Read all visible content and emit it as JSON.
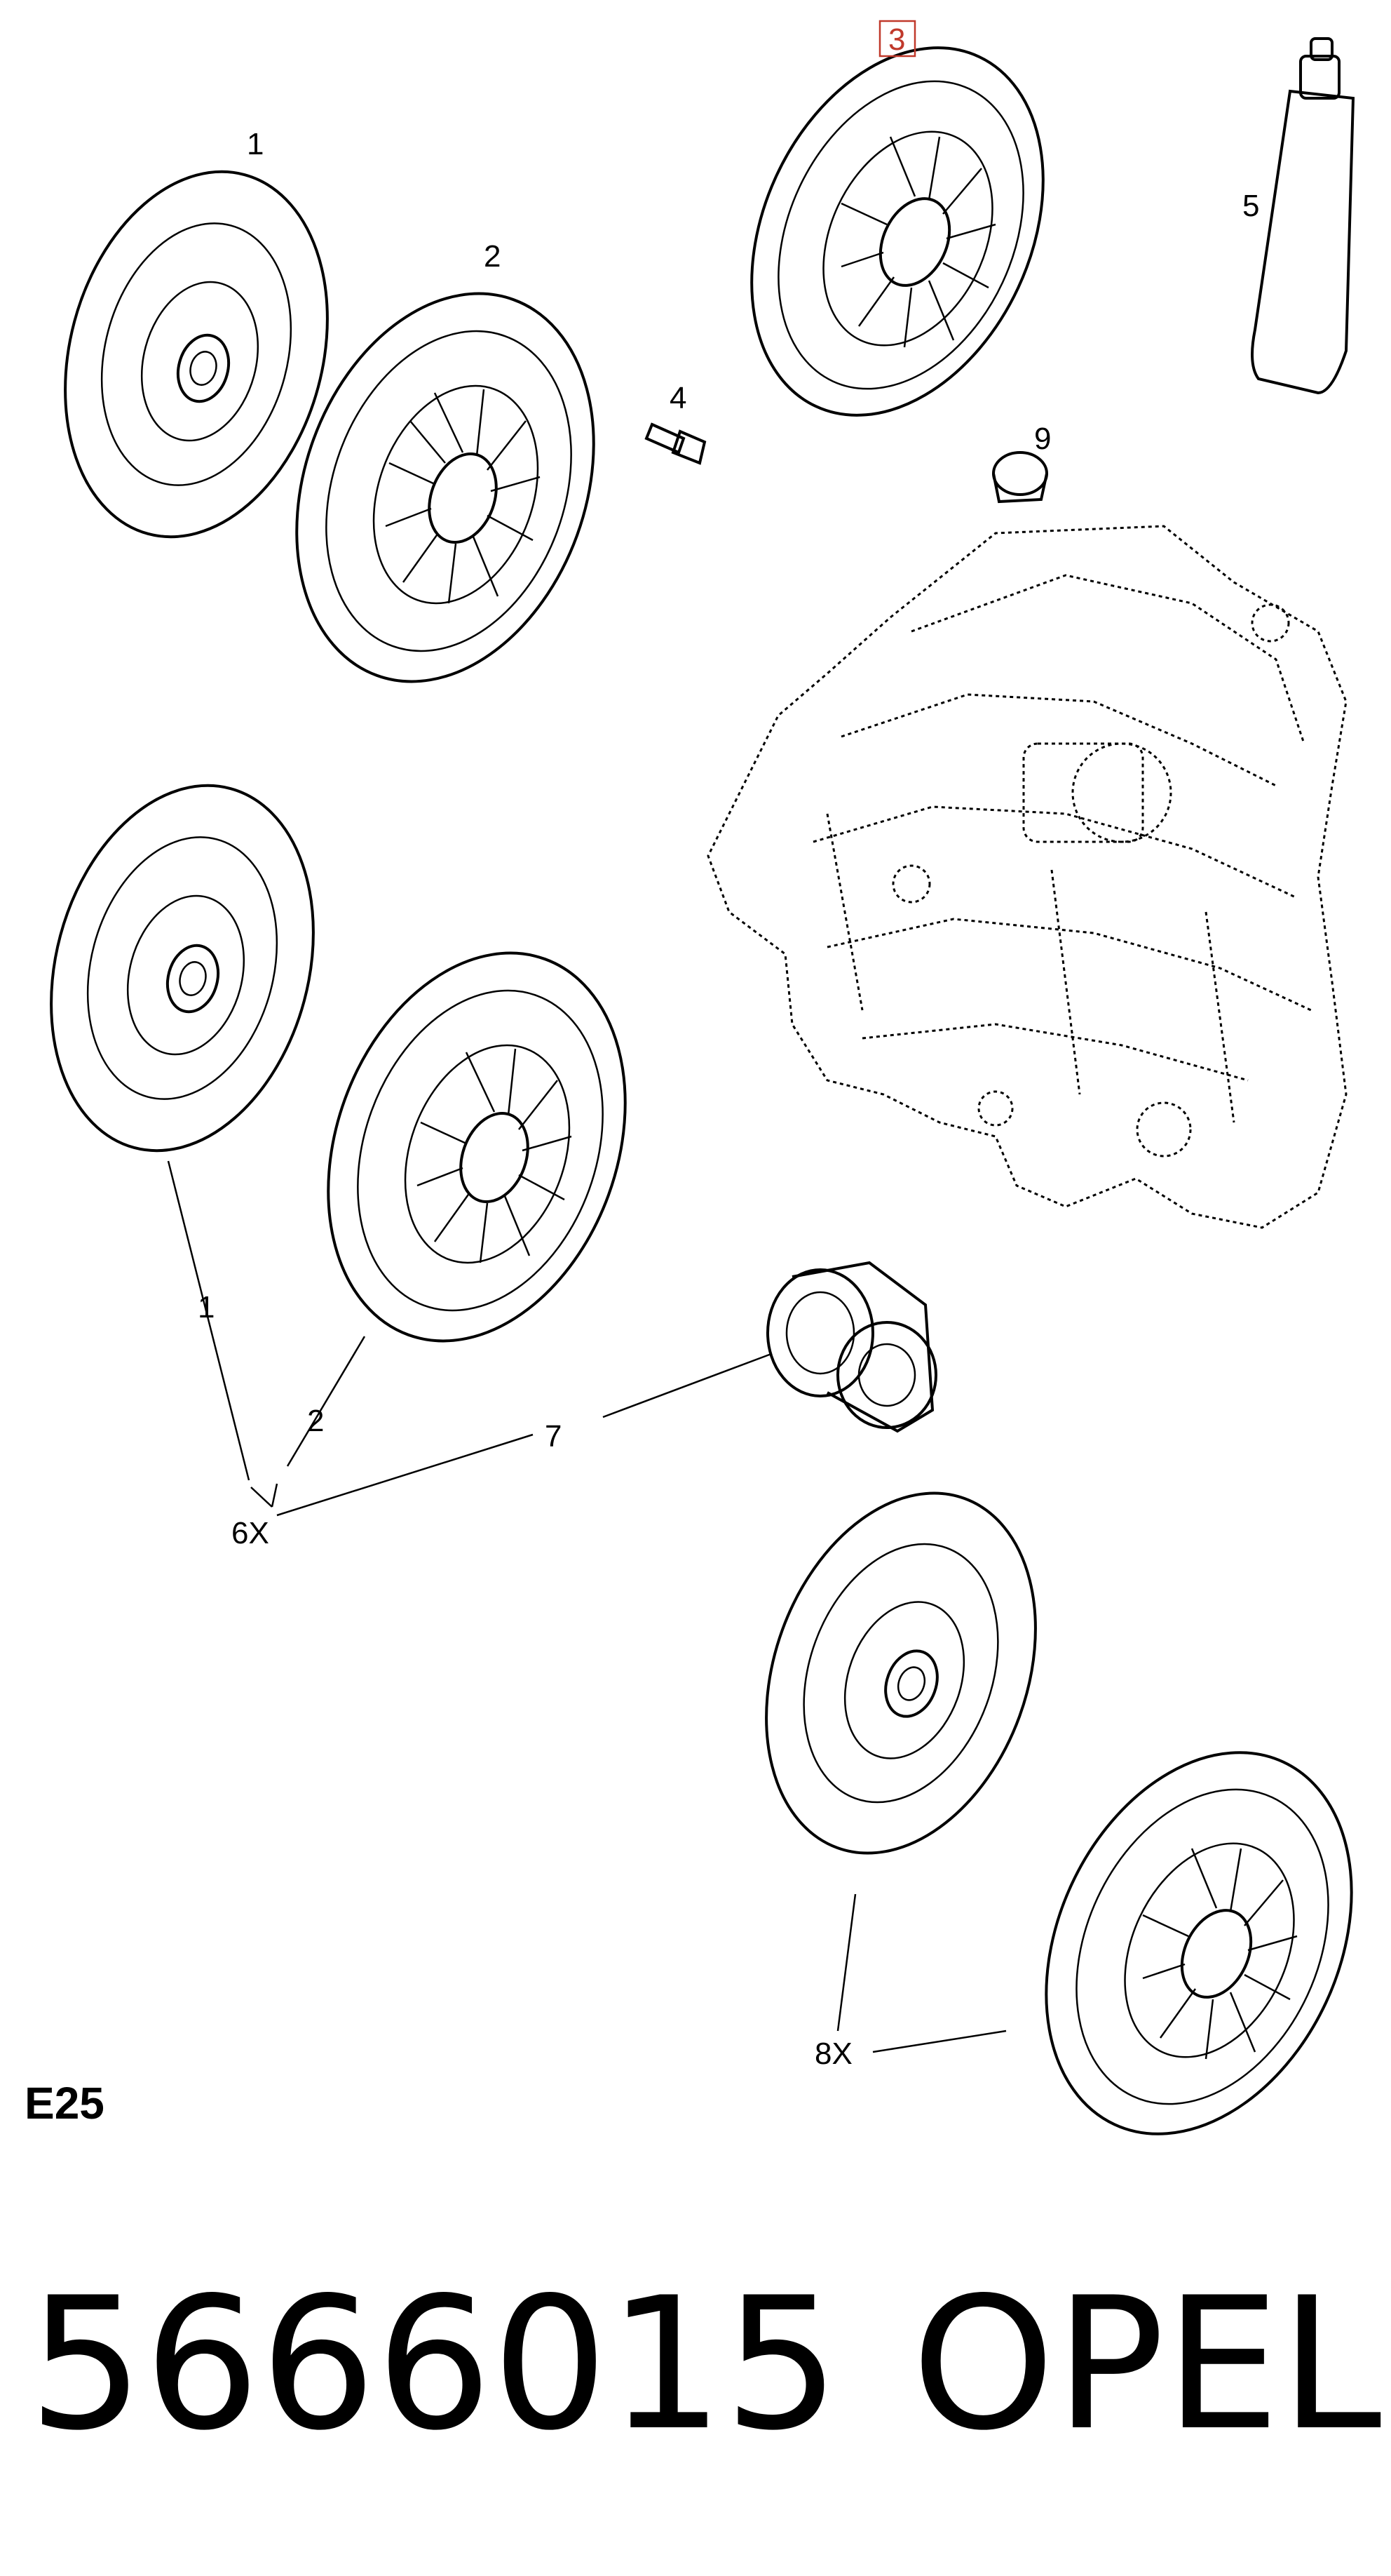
{
  "callouts": {
    "c1a": "1",
    "c2a": "2",
    "c3": "3",
    "c4": "4",
    "c5": "5",
    "c9": "9",
    "c1b": "1",
    "c2b": "2",
    "c7": "7",
    "c6x": "6X",
    "c8x": "8X"
  },
  "section_code": "E25",
  "footer": {
    "part_number": "5666015",
    "brand": "OPEL"
  },
  "highlight_color": "#c0392b"
}
